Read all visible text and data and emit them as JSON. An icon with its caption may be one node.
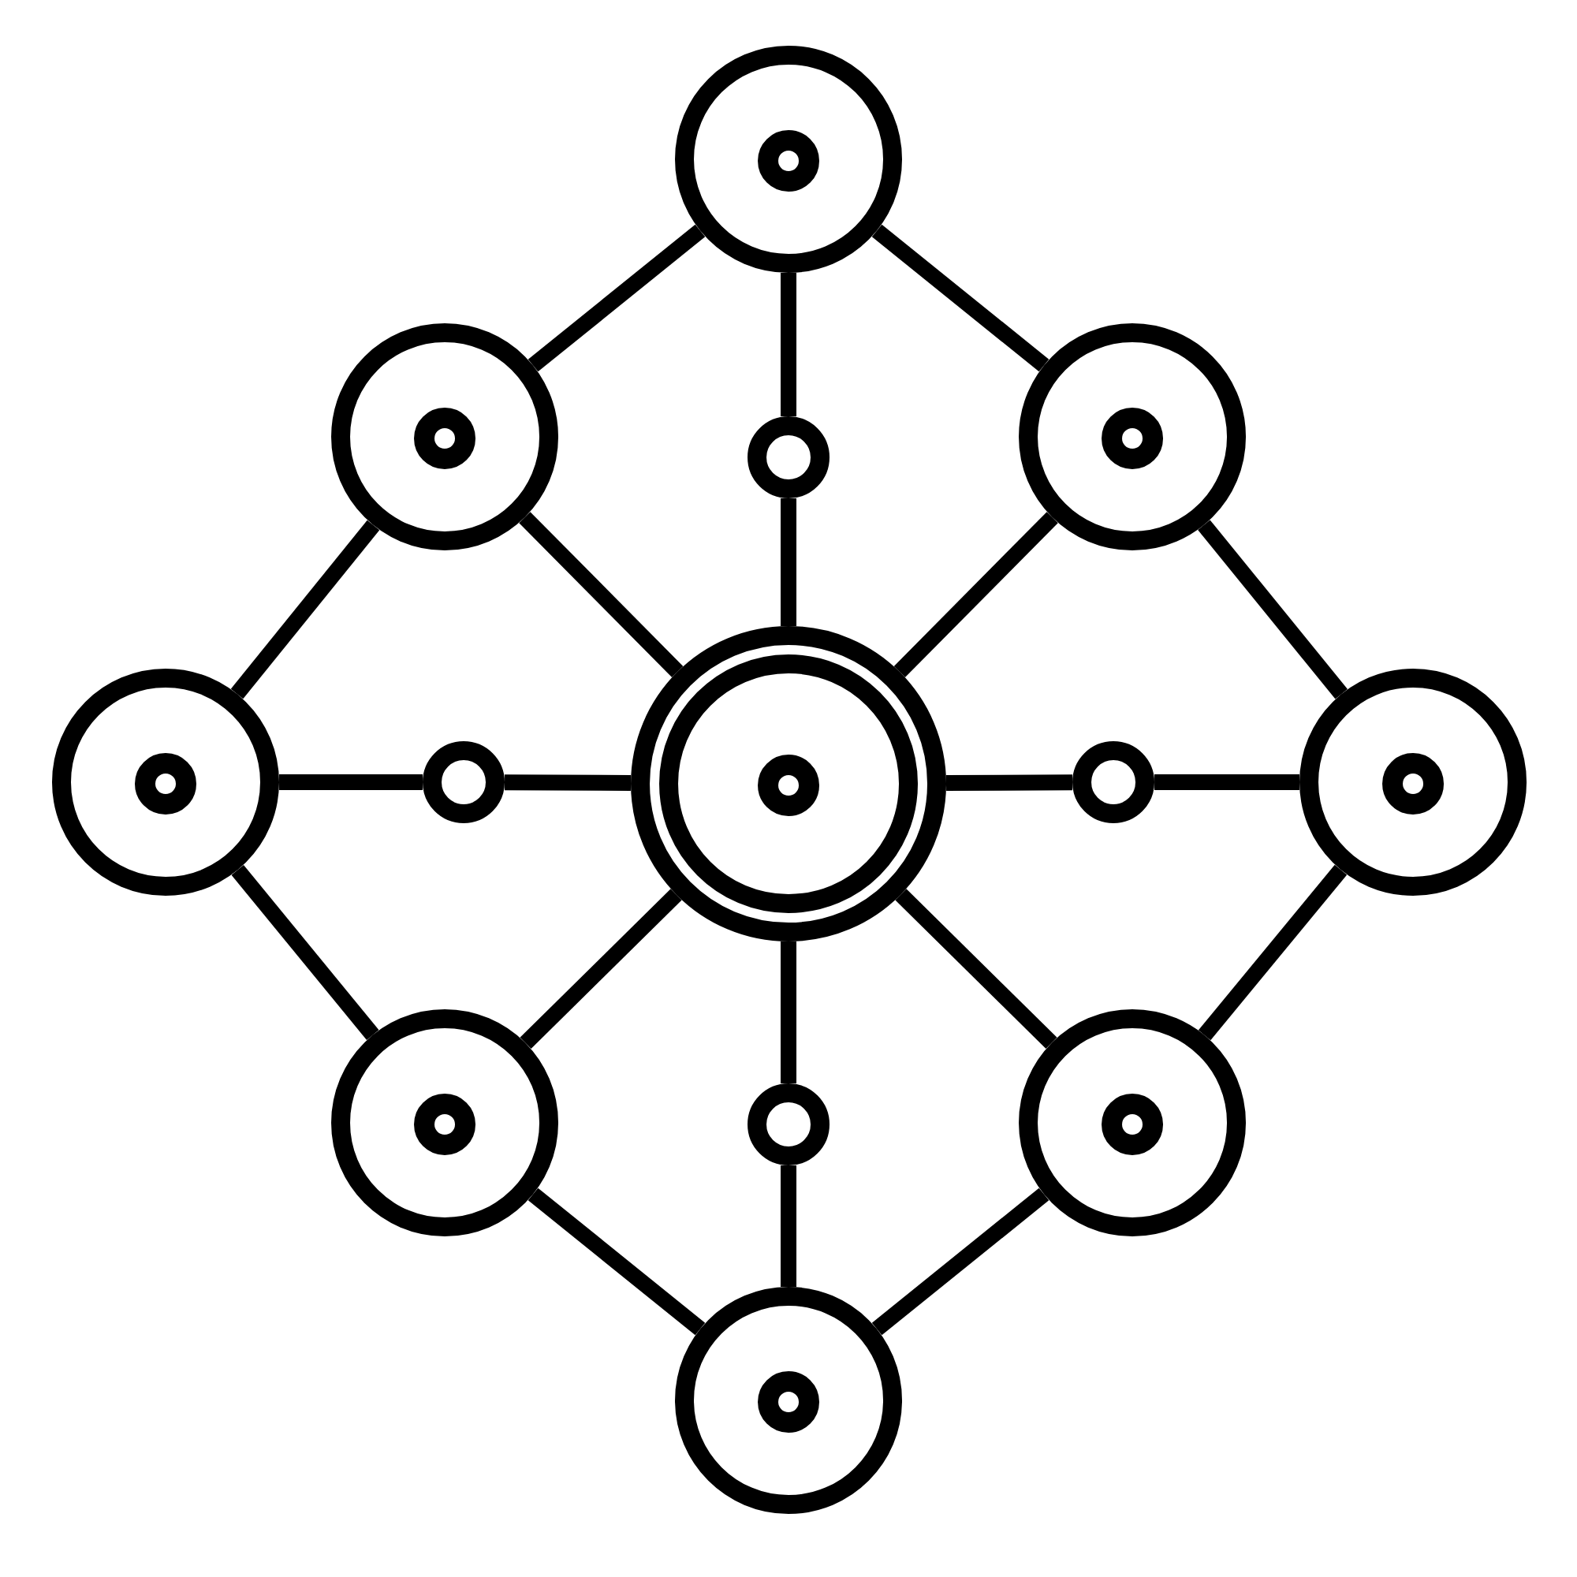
{
  "diagram": {
    "nodes": [
      {
        "text": [],
        "shape": "circle"
      },
      {
        "text": [],
        "shape": "circle"
      },
      {
        "text": [],
        "shape": "circle"
      },
      {
        "text": [],
        "shape": "circle"
      },
      {
        "text": [],
        "shape": "circle"
      },
      {
        "text": [],
        "shape": "circle"
      },
      {
        "text": [],
        "shape": "circle"
      },
      {
        "text": [],
        "shape": "circle"
      },
      {
        "text": [],
        "shape": "circle"
      },
      {
        "text": [],
        "shape": "circle"
      },
      {
        "text": [],
        "shape": "circle"
      },
      {
        "text": [],
        "shape": "circle"
      },
      {
        "text": [],
        "shape": "circle"
      }
    ],
    "edges": [
      {
        "from": 0,
        "to": 1,
        "arrow": "none"
      },
      {
        "from": 0,
        "to": 3,
        "arrow": "none"
      },
      {
        "from": 0,
        "to": 2,
        "arrow": "none"
      },
      {
        "from": 2,
        "to": 6,
        "arrow": "none"
      },
      {
        "from": 1,
        "to": 4,
        "arrow": "none"
      },
      {
        "from": 3,
        "to": 8,
        "arrow": "none"
      },
      {
        "from": 1,
        "to": 6,
        "arrow": "none"
      },
      {
        "from": 3,
        "to": 6,
        "arrow": "none"
      },
      {
        "from": 4,
        "to": 5,
        "arrow": "none"
      },
      {
        "from": 5,
        "to": 6,
        "arrow": "none"
      },
      {
        "from": 6,
        "to": 7,
        "arrow": "none"
      },
      {
        "from": 7,
        "to": 8,
        "arrow": "none"
      },
      {
        "from": 4,
        "to": 9,
        "arrow": "none"
      },
      {
        "from": 8,
        "to": 11,
        "arrow": "none"
      },
      {
        "from": 6,
        "to": 9,
        "arrow": "none"
      },
      {
        "from": 6,
        "to": 11,
        "arrow": "none"
      },
      {
        "from": 6,
        "to": 10,
        "arrow": "none"
      },
      {
        "from": 10,
        "to": 12,
        "arrow": "none"
      },
      {
        "from": 9,
        "to": 12,
        "arrow": "none"
      },
      {
        "from": 11,
        "to": 12,
        "arrow": "none"
      }
    ]
  }
}
